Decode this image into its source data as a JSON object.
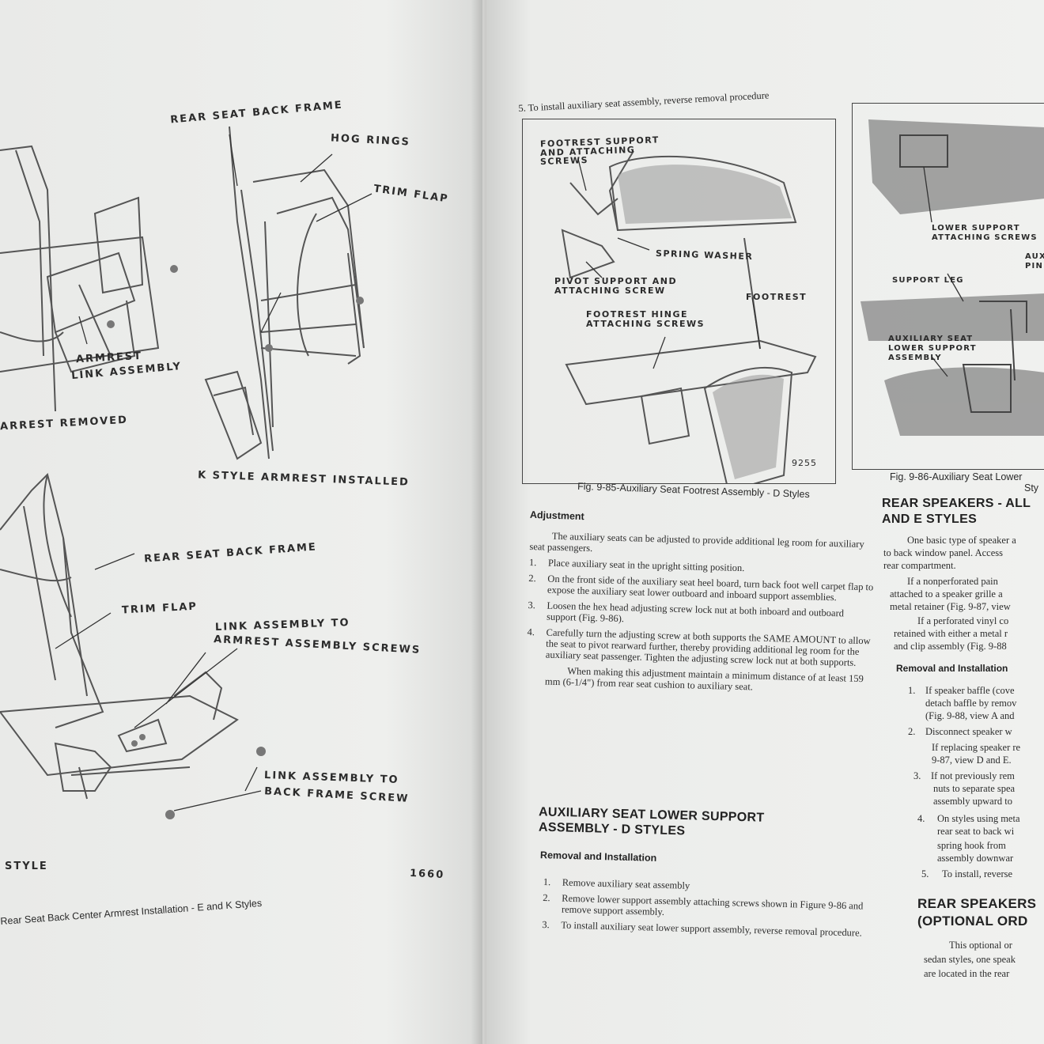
{
  "left_page": {
    "labels": {
      "rear_seat_back_frame_1": "REAR SEAT BACK FRAME",
      "hog_rings": "HOG RINGS",
      "trim_flap_1": "TRIM FLAP",
      "armrest_link_assembly_1": "ARMREST",
      "armrest_link_assembly_2": "LINK ASSEMBLY",
      "armrest_removed": "ARREST REMOVED",
      "k_style_installed": "K  STYLE ARMREST INSTALLED",
      "rear_seat_back_frame_2": "REAR SEAT BACK FRAME",
      "trim_flap_2": "TRIM FLAP",
      "link_to_armrest_1": "LINK ASSEMBLY TO",
      "link_to_armrest_2": "ARMREST ASSEMBLY SCREWS",
      "link_to_frame_1": "LINK ASSEMBLY TO",
      "link_to_frame_2": "BACK FRAME SCREW",
      "style": "STYLE",
      "figure_number": "1660"
    },
    "caption": "Rear Seat Back Center Armrest Installation - E and K Styles"
  },
  "right_page": {
    "step5": "5.   To install auxiliary seat assembly, reverse removal procedure",
    "fig85": {
      "labels": {
        "footrest_support_1": "FOOTREST SUPPORT",
        "footrest_support_2": "AND ATTACHING",
        "footrest_support_3": "SCREWS",
        "spring_washer": "SPRING WASHER",
        "pivot_support_1": "PIVOT SUPPORT AND",
        "pivot_support_2": "ATTACHING SCREW",
        "footrest": "FOOTREST",
        "hinge_1": "FOOTREST HINGE",
        "hinge_2": "ATTACHING SCREWS",
        "number": "9255"
      },
      "caption": "Fig. 9-85-Auxiliary Seat Footrest Assembly - D Styles"
    },
    "fig86": {
      "labels": {
        "lower_support_1": "LOWER SUPPORT",
        "lower_support_2": "ATTACHING SCREWS",
        "aux_pin_1": "AUX",
        "aux_pin_2": "PIN",
        "support_leg": "SUPPORT LEG",
        "aux_lower_1": "AUXILIARY SEAT",
        "aux_lower_2": "LOWER SUPPORT",
        "aux_lower_3": "ASSEMBLY"
      },
      "caption_1": "Fig. 9-86-Auxiliary Seat Lower",
      "caption_2": "Sty"
    },
    "adjustment": {
      "heading": "Adjustment",
      "intro": "The auxiliary seats can be adjusted to provide additional leg room for auxiliary seat passengers.",
      "steps": [
        {
          "n": "1.",
          "text": "Place auxiliary seat in the upright sitting position."
        },
        {
          "n": "2.",
          "text": "On the front side of the auxiliary seat heel board, turn back foot well carpet flap to expose the auxiliary seat lower outboard and inboard support assemblies."
        },
        {
          "n": "3.",
          "text": "Loosen the hex head adjusting screw lock nut at both inboard and outboard support (Fig. 9-86)."
        },
        {
          "n": "4.",
          "text": "Carefully turn the adjusting screw at both supports the SAME AMOUNT to allow the seat to pivot rearward further, thereby providing additional leg room for the auxiliary seat passenger. Tighten the adjusting screw lock nut at both supports."
        }
      ],
      "note": "When making this adjustment maintain a minimum distance of at least 159 mm (6-1/4\") from rear seat cushion to auxiliary seat."
    },
    "lower_support": {
      "heading_1": "AUXILIARY SEAT LOWER SUPPORT",
      "heading_2": "ASSEMBLY - D STYLES",
      "subheading": "Removal and Installation",
      "steps": [
        {
          "n": "1.",
          "text": "Remove auxiliary seat assembly"
        },
        {
          "n": "2.",
          "text": "Remove lower support assembly attaching screws shown in Figure 9-86 and remove support assembly."
        },
        {
          "n": "3.",
          "text": "To install auxiliary seat lower support assembly, reverse removal procedure."
        }
      ]
    },
    "rear_speakers": {
      "heading_1": "REAR SPEAKERS - ALL",
      "heading_2": "AND E STYLES",
      "lines": [
        "One basic type of speaker a",
        "to back window panel. Access",
        "rear compartment.",
        "If a nonperforated pain",
        "attached to a speaker grille a",
        "metal retainer (Fig. 9-87, view",
        "If a perforated vinyl co",
        "retained with either a metal r",
        "and clip assembly (Fig. 9-88"
      ],
      "subheading": "Removal and Installation",
      "steps": [
        {
          "n": "1.",
          "lines": [
            "If speaker baffle (cove",
            "detach baffle by remov",
            "(Fig. 9-88, view A and"
          ]
        },
        {
          "n": "2.",
          "lines": [
            "Disconnect speaker w",
            "If replacing speaker re",
            "9-87, view D and E."
          ]
        },
        {
          "n": "3.",
          "lines": [
            "If not previously rem",
            "nuts to separate spea",
            "assembly upward to"
          ]
        },
        {
          "n": "4.",
          "lines": [
            "On styles using meta",
            "rear seat to back wi",
            "spring hook from",
            "assembly downwar"
          ]
        },
        {
          "n": "5.",
          "lines": [
            "To install, reverse"
          ]
        }
      ]
    },
    "rear_speakers_optional": {
      "heading_1": "REAR SPEAKERS",
      "heading_2": "(OPTIONAL ORD",
      "lines": [
        "This optional or",
        "sedan styles, one speak",
        "are located in the rear"
      ]
    }
  }
}
